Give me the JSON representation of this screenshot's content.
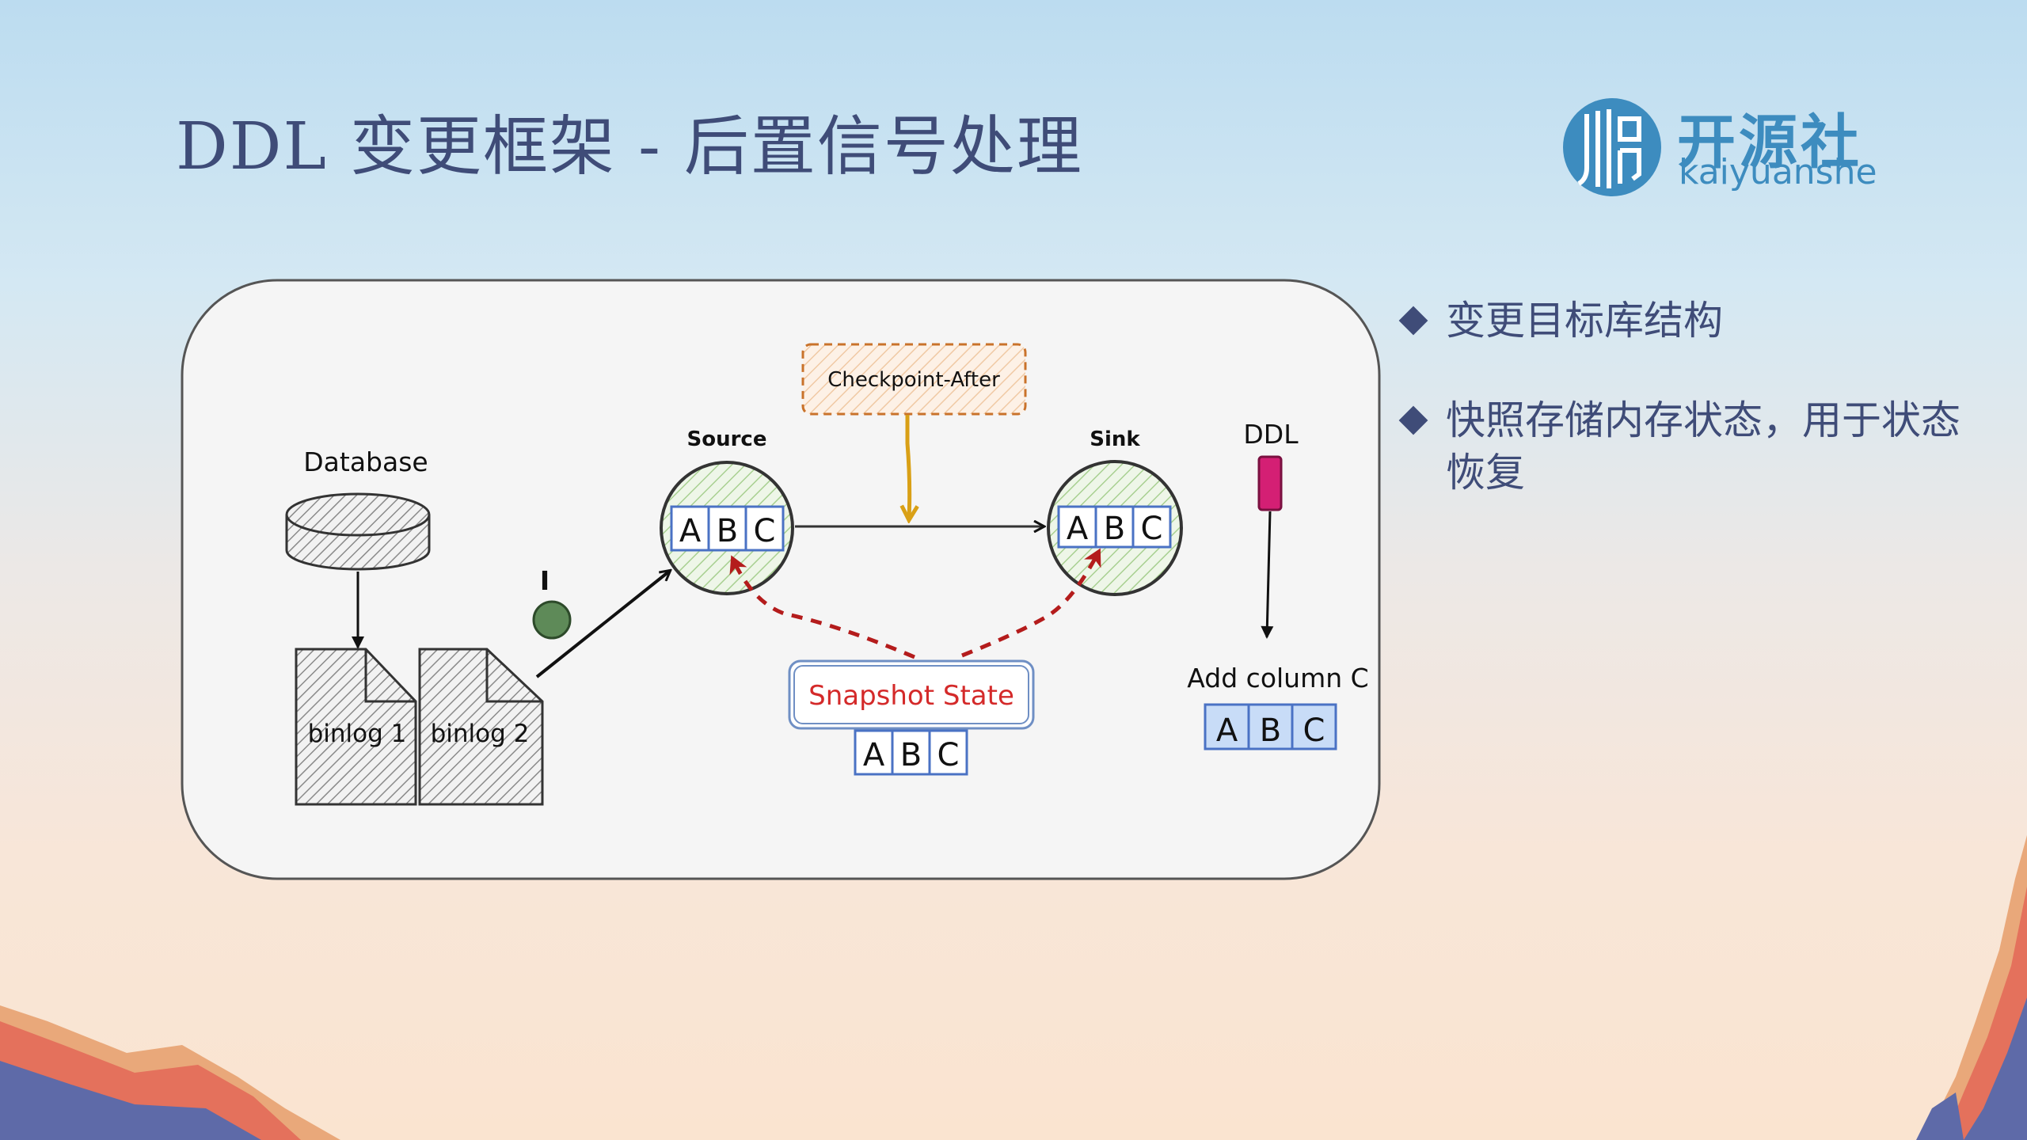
{
  "slide": {
    "title": "DDL 变更框架 - 后置信号处理"
  },
  "logo": {
    "cn": "开源社",
    "en": "kaiyuanshe"
  },
  "diagram": {
    "database_label": "Database",
    "binlog1_label": "binlog 1",
    "binlog2_label": "binlog 2",
    "record_label": "I",
    "source_label": "Source",
    "sink_label": "Sink",
    "checkpoint_label": "Checkpoint-After",
    "snapshot_label": "Snapshot State",
    "ddl_label": "DDL",
    "add_column_label": "Add column C",
    "cells": [
      "A",
      "B",
      "C"
    ]
  },
  "bullets": [
    "变更目标库结构",
    "快照存储内存状态，用于状态恢复"
  ],
  "colors": {
    "title": "#3f4c78",
    "logo": "#3d8cbf",
    "checkpoint_arrow": "#d9a016",
    "snapshot_text": "#d42a2a",
    "dashed_arrow": "#b41c1c",
    "ddl_marker": "#d41f74",
    "cell_fill": "#c8dcf7",
    "cell_border": "#4a72c4",
    "circle_fill": "#e2f0d9"
  }
}
